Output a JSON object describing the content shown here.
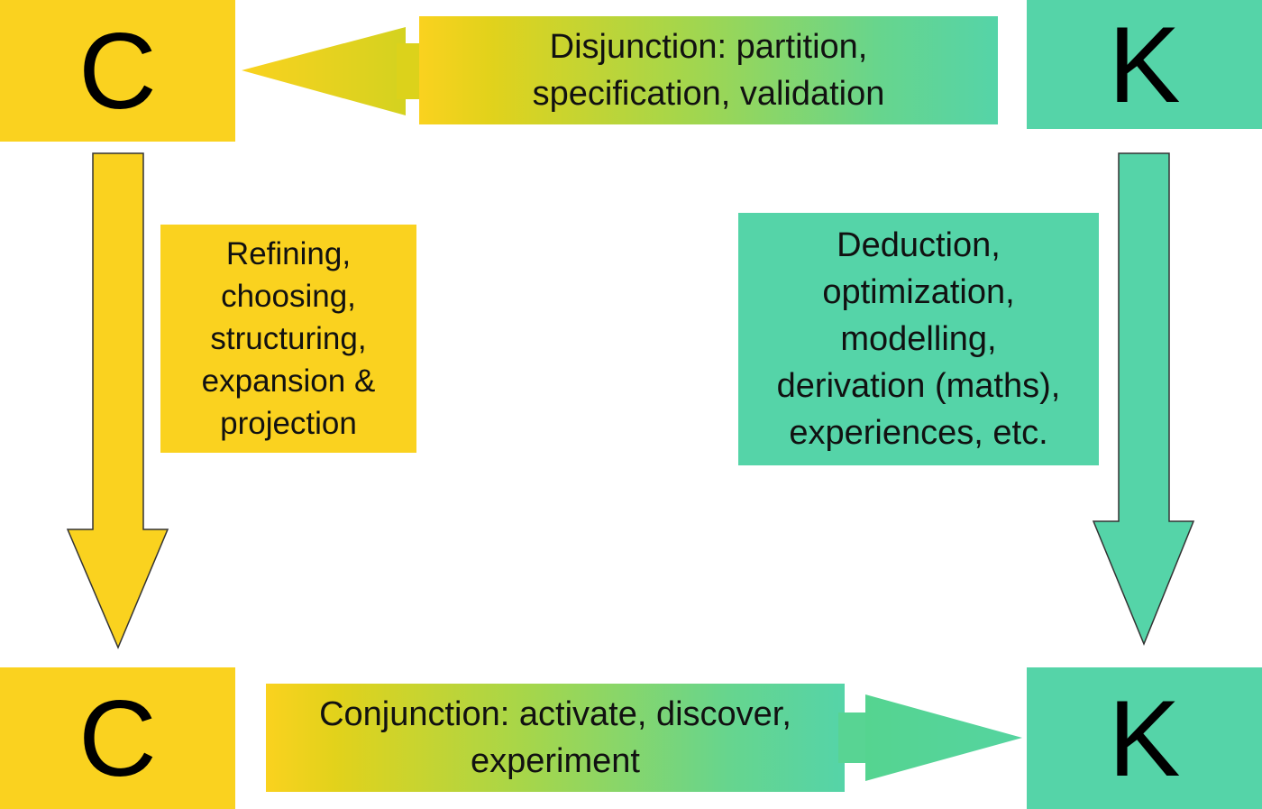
{
  "colors": {
    "concept": "#fad21f",
    "knowledge": "#55d4a8",
    "gradient_mid": "#d9d31f",
    "stroke": "#333333"
  },
  "nodes": {
    "c_top": {
      "letter": "C"
    },
    "k_top": {
      "letter": "K"
    },
    "c_bottom": {
      "letter": "C"
    },
    "k_bottom": {
      "letter": "K"
    }
  },
  "operators": {
    "disjunction": {
      "lines": [
        "Disjunction: partition,",
        "specification, validation"
      ]
    },
    "conjunction": {
      "lines": [
        "Conjunction: activate, discover,",
        "experiment"
      ]
    },
    "c_to_c": {
      "lines": [
        "Refining,",
        "choosing,",
        "structuring,",
        "expansion &",
        "projection"
      ]
    },
    "k_to_k": {
      "lines": [
        "Deduction,",
        "optimization,",
        "modelling,",
        "derivation (maths),",
        "experiences, etc."
      ]
    }
  }
}
